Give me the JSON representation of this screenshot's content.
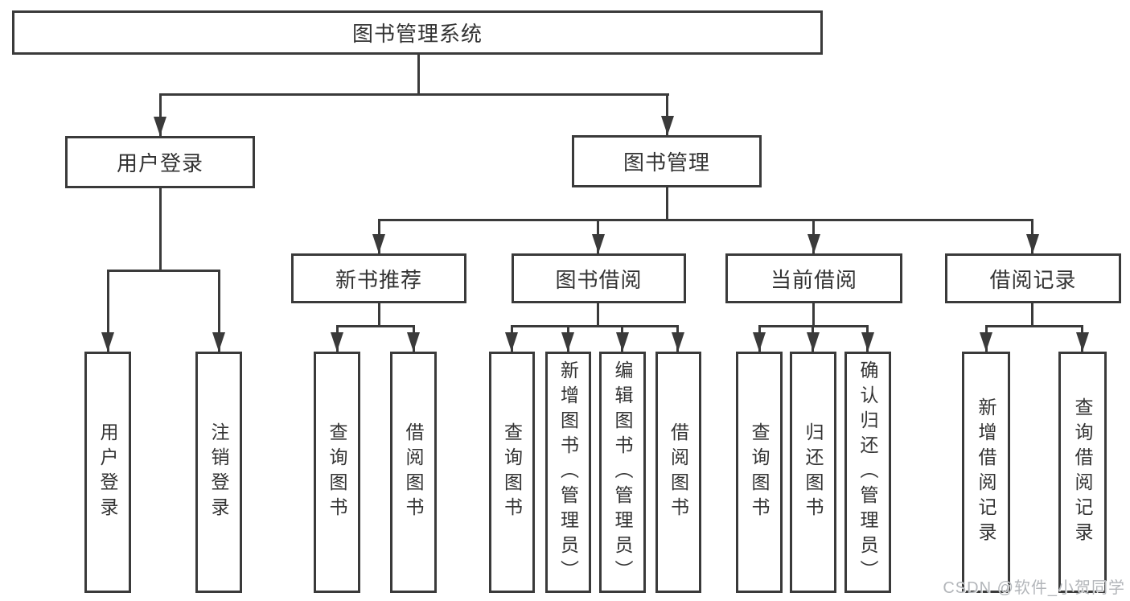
{
  "tree": {
    "root": {
      "label": "图书管理系统"
    },
    "user_login": {
      "label": "用户登录",
      "children": {
        "login": "用户登录",
        "logout": "注销登录"
      }
    },
    "book_mgmt": {
      "label": "图书管理",
      "children": {
        "new_book_rec": {
          "label": "新书推荐",
          "children": {
            "query_book": "查询图书",
            "borrow_book": "借阅图书"
          }
        },
        "book_borrow": {
          "label": "图书借阅",
          "children": {
            "query_book": "查询图书",
            "add_book": "新增图书（管理员）",
            "edit_book": "编辑图书（管理员）",
            "borrow_book": "借阅图书"
          }
        },
        "current_borrow": {
          "label": "当前借阅",
          "children": {
            "query_book": "查询图书",
            "return_book": "归还图书",
            "confirm_return": "确认归还（管理员）"
          }
        },
        "borrow_record": {
          "label": "借阅记录",
          "children": {
            "add_record": "新增借阅记录",
            "query_record": "查询借阅记录"
          }
        }
      }
    }
  },
  "watermark": {
    "text": "CSDN @软件_小贺同学"
  },
  "colors": {
    "line": "#3a3a3a",
    "text": "#333333",
    "watermark": "#b3b6ba",
    "background": "#ffffff"
  }
}
